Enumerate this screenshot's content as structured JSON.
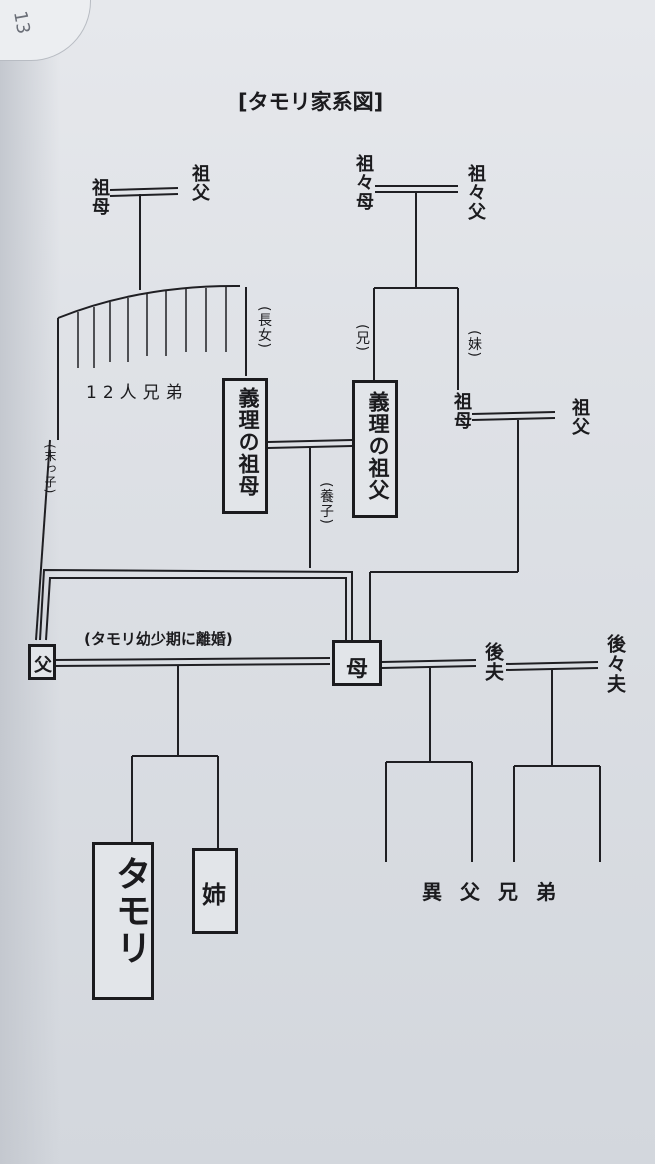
{
  "page_number_note": "13",
  "title": "[タモリ家系図]",
  "labels": {
    "great_grandmother_left": "祖母",
    "great_grandfather_left": "祖父",
    "great_great_grandmother": "祖々母",
    "great_great_grandfather": "祖々父",
    "eldest_daughter": "(長女)",
    "elder_brother": "(兄)",
    "younger_sister": "(妹)",
    "twelve_siblings": "12人兄弟",
    "step_grandmother": "義理の祖母",
    "step_grandfather": "義理の祖父",
    "grandmother_right": "祖母",
    "grandfather_right": "祖父",
    "youngest_child": "(末っ子)",
    "adopted": "(養子)",
    "divorce_note": "(タモリ幼少期に離婚)",
    "father": "父",
    "mother": "母",
    "second_husband": "後夫",
    "third_husband": "後々夫",
    "half_siblings": "異父兄弟",
    "tamori": "タモリ",
    "sister": "姉"
  }
}
